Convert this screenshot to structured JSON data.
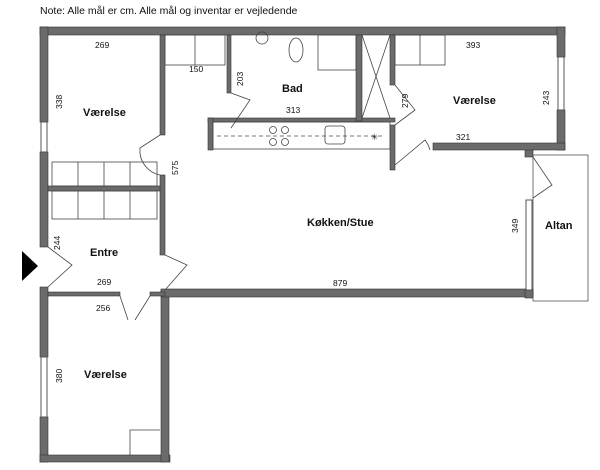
{
  "note": "Note: Alle mål er cm. Alle mål og inventar er vejledende",
  "rooms": [
    {
      "name": "Værelse",
      "dims": [
        "269",
        "338"
      ]
    },
    {
      "name": "Bad",
      "dims": [
        "313",
        "203"
      ]
    },
    {
      "name": "Værelse",
      "dims": [
        "393",
        "243",
        "321",
        "279"
      ]
    },
    {
      "name": "Køkken/Stue",
      "dims": [
        "879",
        "349",
        "575"
      ]
    },
    {
      "name": "Entre",
      "dims": [
        "269",
        "244"
      ]
    },
    {
      "name": "Værelse",
      "dims": [
        "256",
        "380"
      ]
    },
    {
      "name": "Altan",
      "dims": []
    }
  ],
  "extra_dims": {
    "closet": "150"
  },
  "colors": {
    "wall": "#6b6b6b",
    "entrance_marker": "#000000"
  }
}
